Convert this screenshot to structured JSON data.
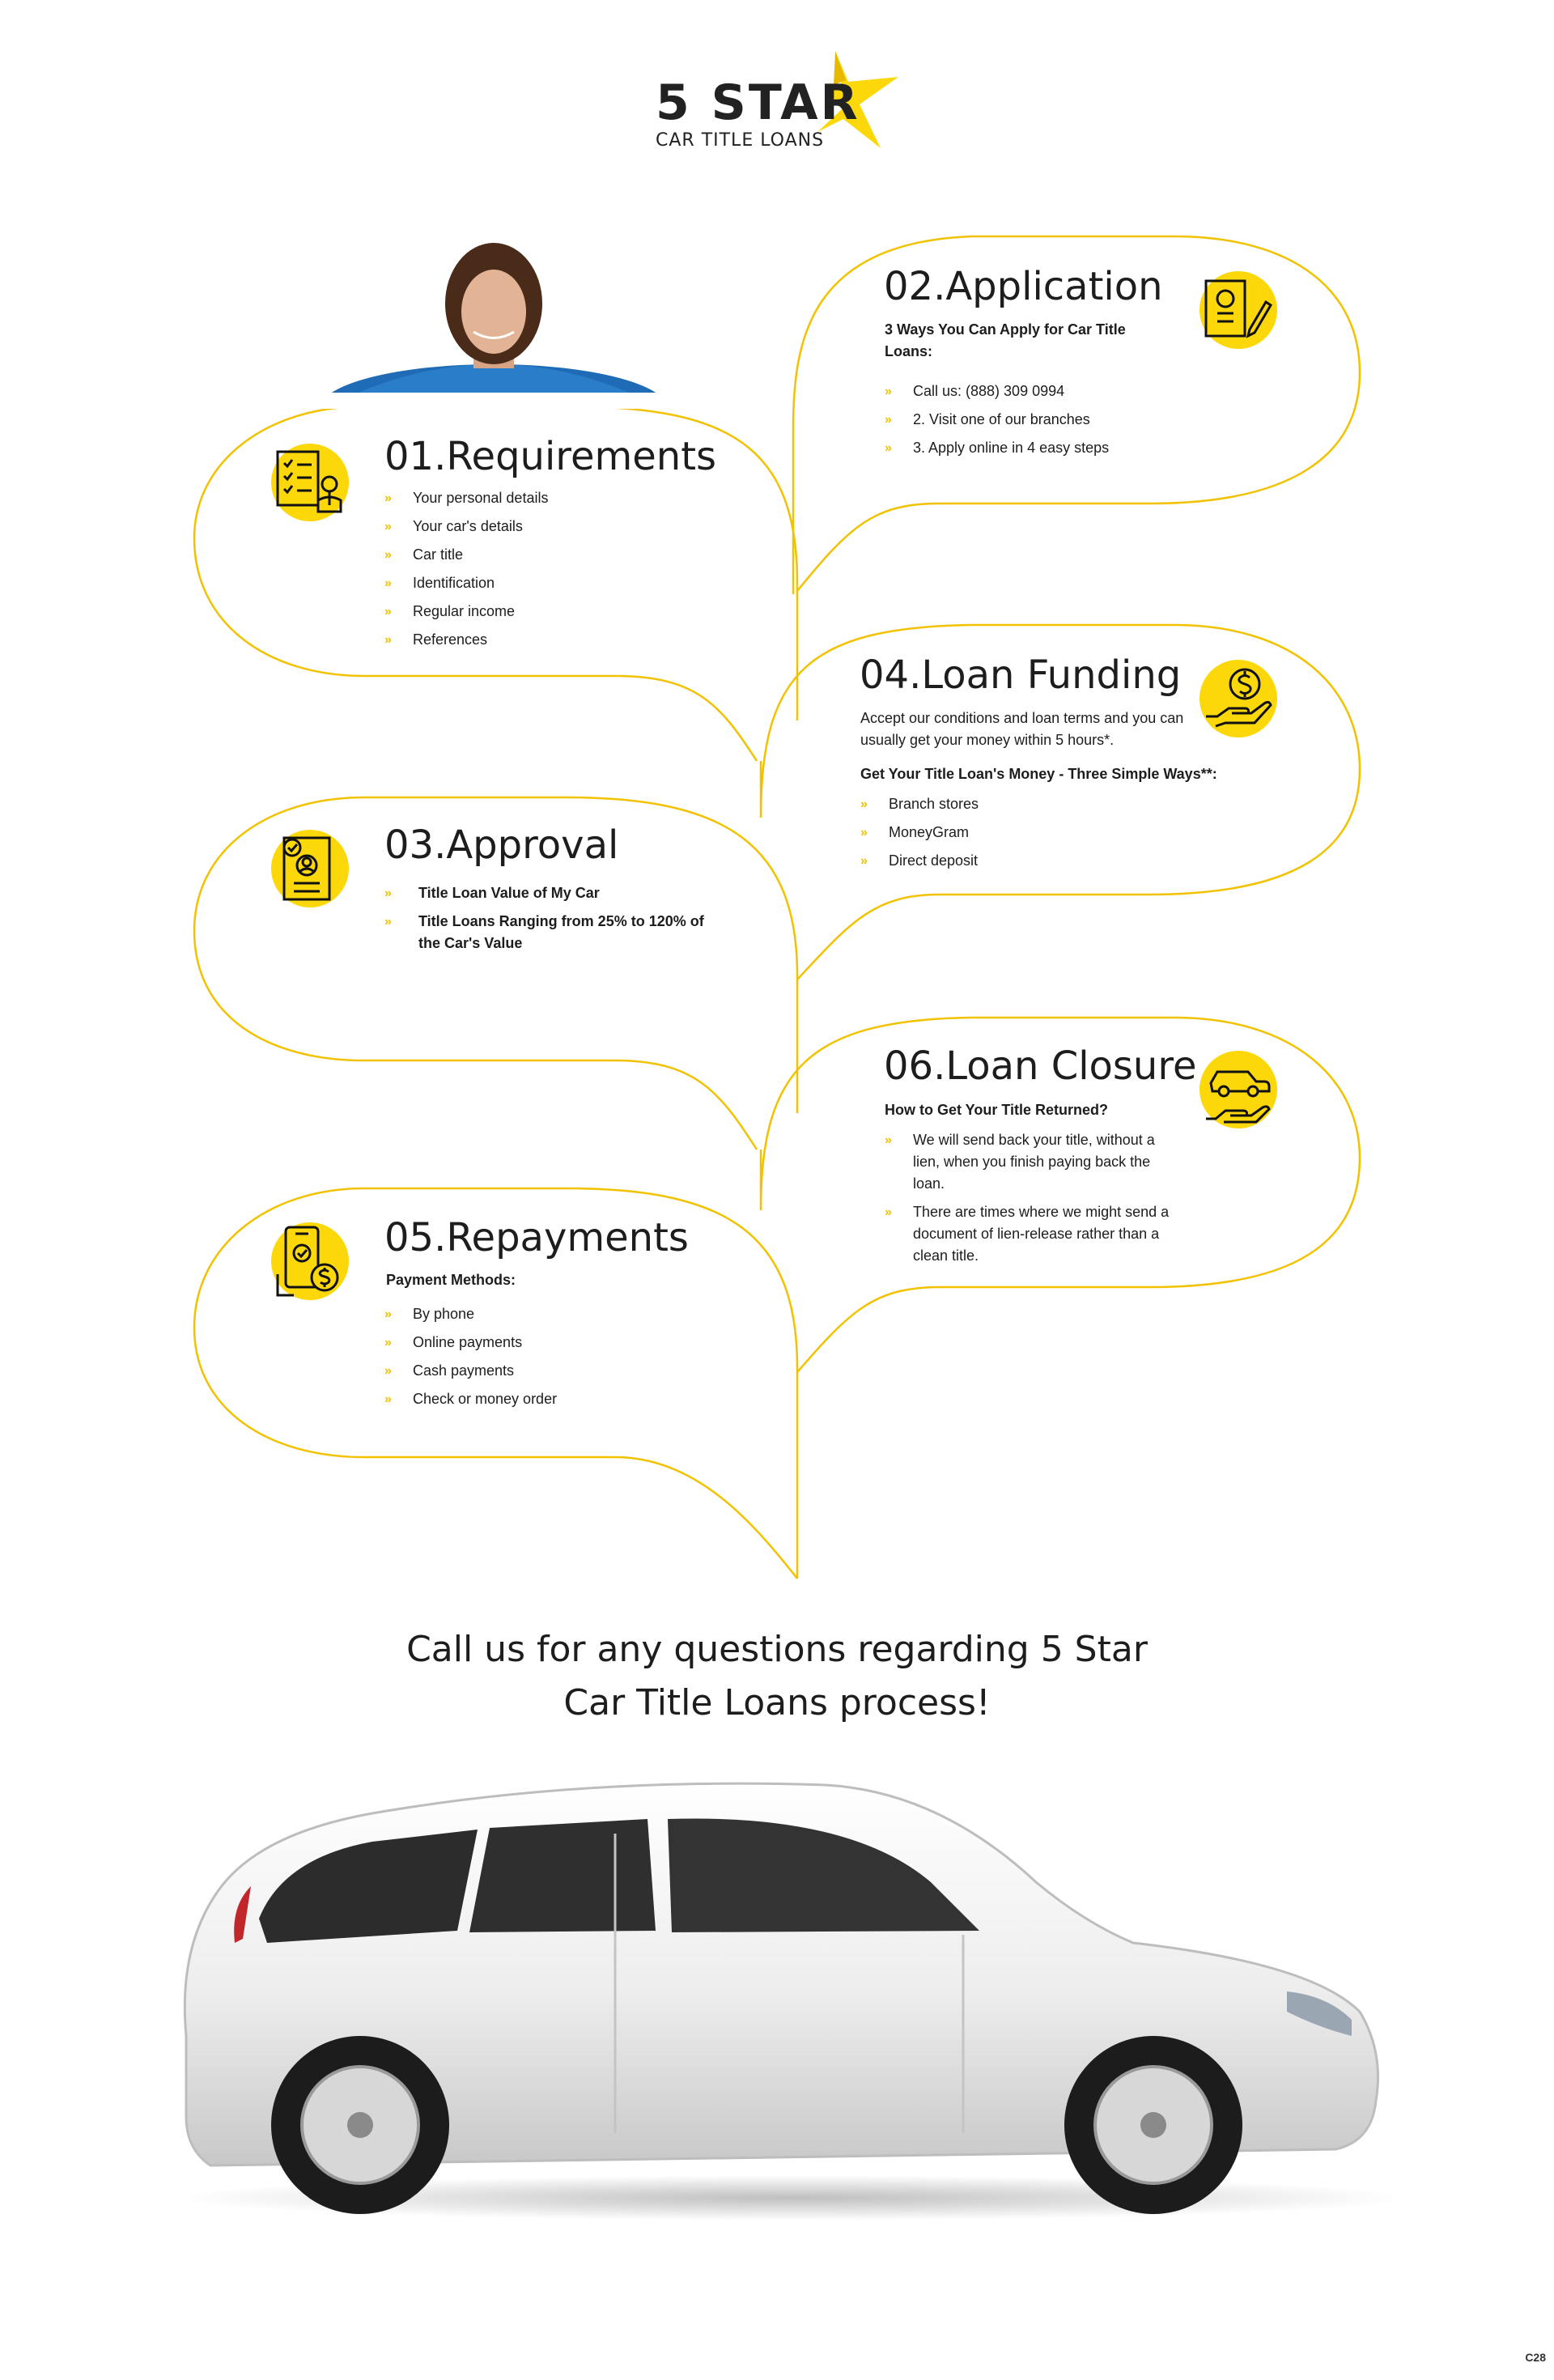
{
  "brand": {
    "name": "5 STAR",
    "tagline": "CAR TITLE LOANS"
  },
  "colors": {
    "accent": "#fcd80a",
    "bubble_line": "#f2c200",
    "text": "#1d1d1d"
  },
  "steps": {
    "s01": {
      "title": "01.Requirements",
      "icon": "requirements-checklist-icon",
      "items": [
        "Your personal details",
        "Your car's details",
        "Car title",
        "Identification",
        "Regular income",
        "References"
      ]
    },
    "s02": {
      "title": "02.Application",
      "icon": "application-form-icon",
      "subtitle": "3 Ways You Can Apply for Car Title Loans:",
      "items": [
        "Call us: (888) 309 0994",
        "2. Visit one of our branches",
        "3. Apply online in 4 easy steps"
      ]
    },
    "s03": {
      "title": "03.Approval",
      "icon": "approval-document-icon",
      "items": [
        "Title Loan Value of My Car",
        "Title Loans Ranging from 25% to 120% of the Car's Value"
      ]
    },
    "s04": {
      "title": "04.Loan Funding",
      "icon": "money-hand-icon",
      "paragraph": "Accept our conditions and loan terms and you can usually get your money within 5 hours*.",
      "subtitle": "Get Your Title Loan's Money - Three Simple Ways**:",
      "items": [
        "Branch stores",
        "MoneyGram",
        "Direct deposit"
      ]
    },
    "s05": {
      "title": "05.Repayments",
      "icon": "phone-payment-icon",
      "subtitle": "Payment Methods:",
      "items": [
        "By phone",
        "Online payments",
        "Cash payments",
        "Check or money order"
      ]
    },
    "s06": {
      "title": "06.Loan Closure",
      "icon": "car-hand-icon",
      "subtitle": "How to Get Your Title Returned?",
      "items": [
        "We will send back your title, without a lien, when you finish paying back the loan.",
        "There are times where we might send a document of lien-release rather than a clean title."
      ]
    }
  },
  "cta": {
    "text": "Call us for any questions regarding 5 Star Car Title Loans process!"
  },
  "footer": {
    "code": "C28"
  }
}
